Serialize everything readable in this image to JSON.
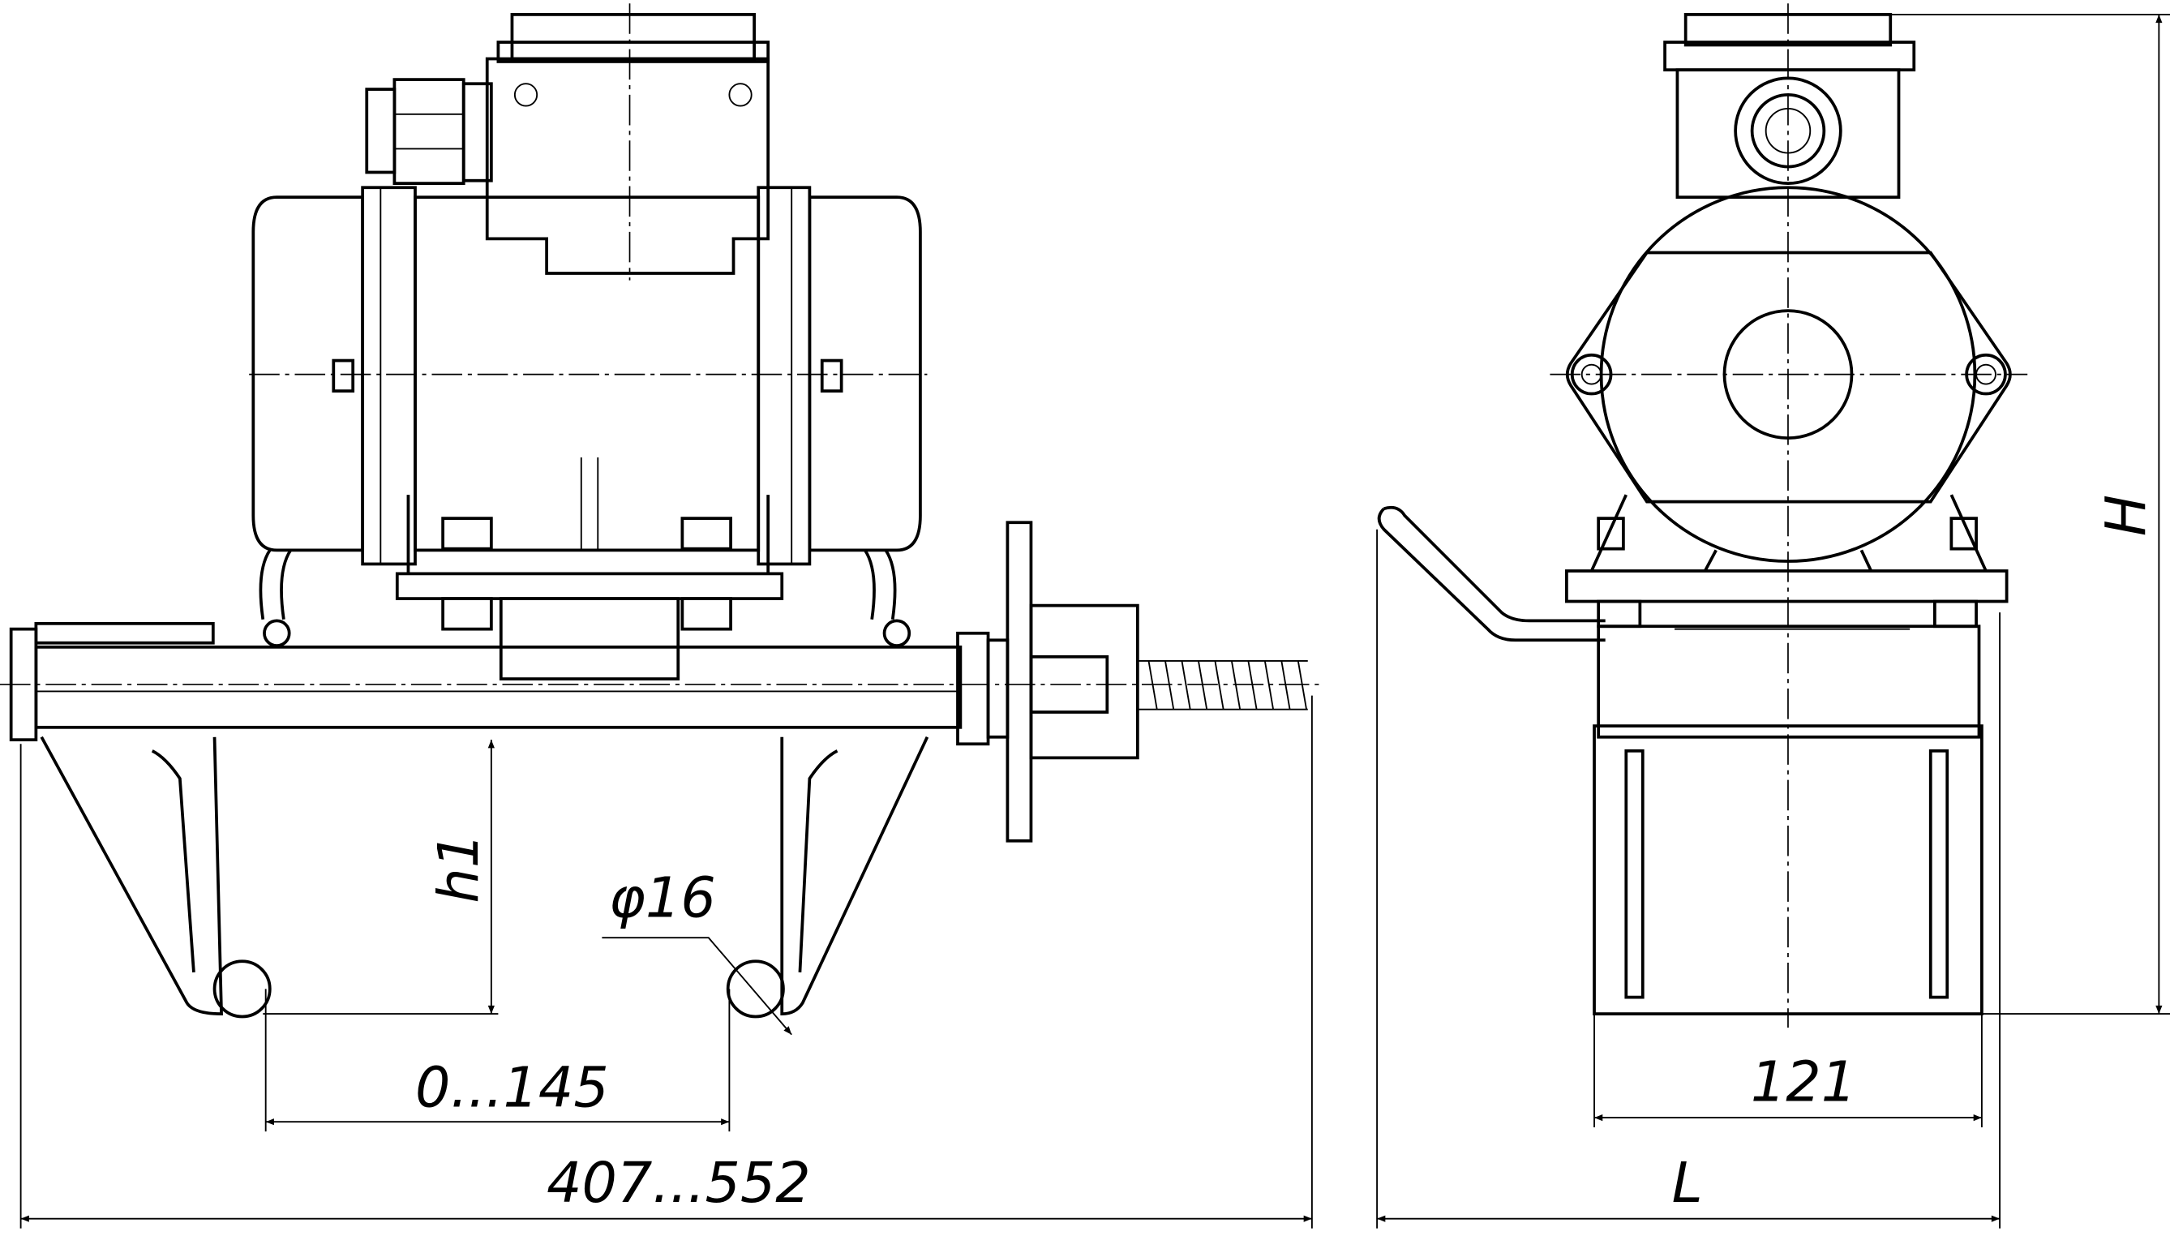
{
  "drawing": {
    "side_view": {
      "dim_height": "h1",
      "dim_diameter": "φ16",
      "dim_span": "0...145",
      "dim_overall": "407...552"
    },
    "front_view": {
      "dim_width": "121",
      "dim_length": "L",
      "dim_height": "H"
    }
  }
}
